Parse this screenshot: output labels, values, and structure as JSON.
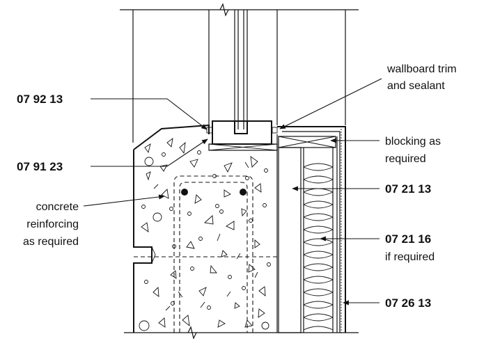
{
  "labels": {
    "code_07_92_13": "07 92 13",
    "code_07_91_23": "07 91 23",
    "concrete_line1": "concrete",
    "concrete_line2": "reinforcing",
    "concrete_line3": "as required",
    "wallboard_line1": "wallboard trim",
    "wallboard_line2": "and sealant",
    "blocking_line1": "blocking as",
    "blocking_line2": "required",
    "code_07_21_13": "07 21 13",
    "code_07_21_16": "07 21 16",
    "if_required": "if required",
    "code_07_26_13": "07 26 13"
  },
  "colors": {
    "ink": "#111111",
    "paper": "#ffffff"
  }
}
